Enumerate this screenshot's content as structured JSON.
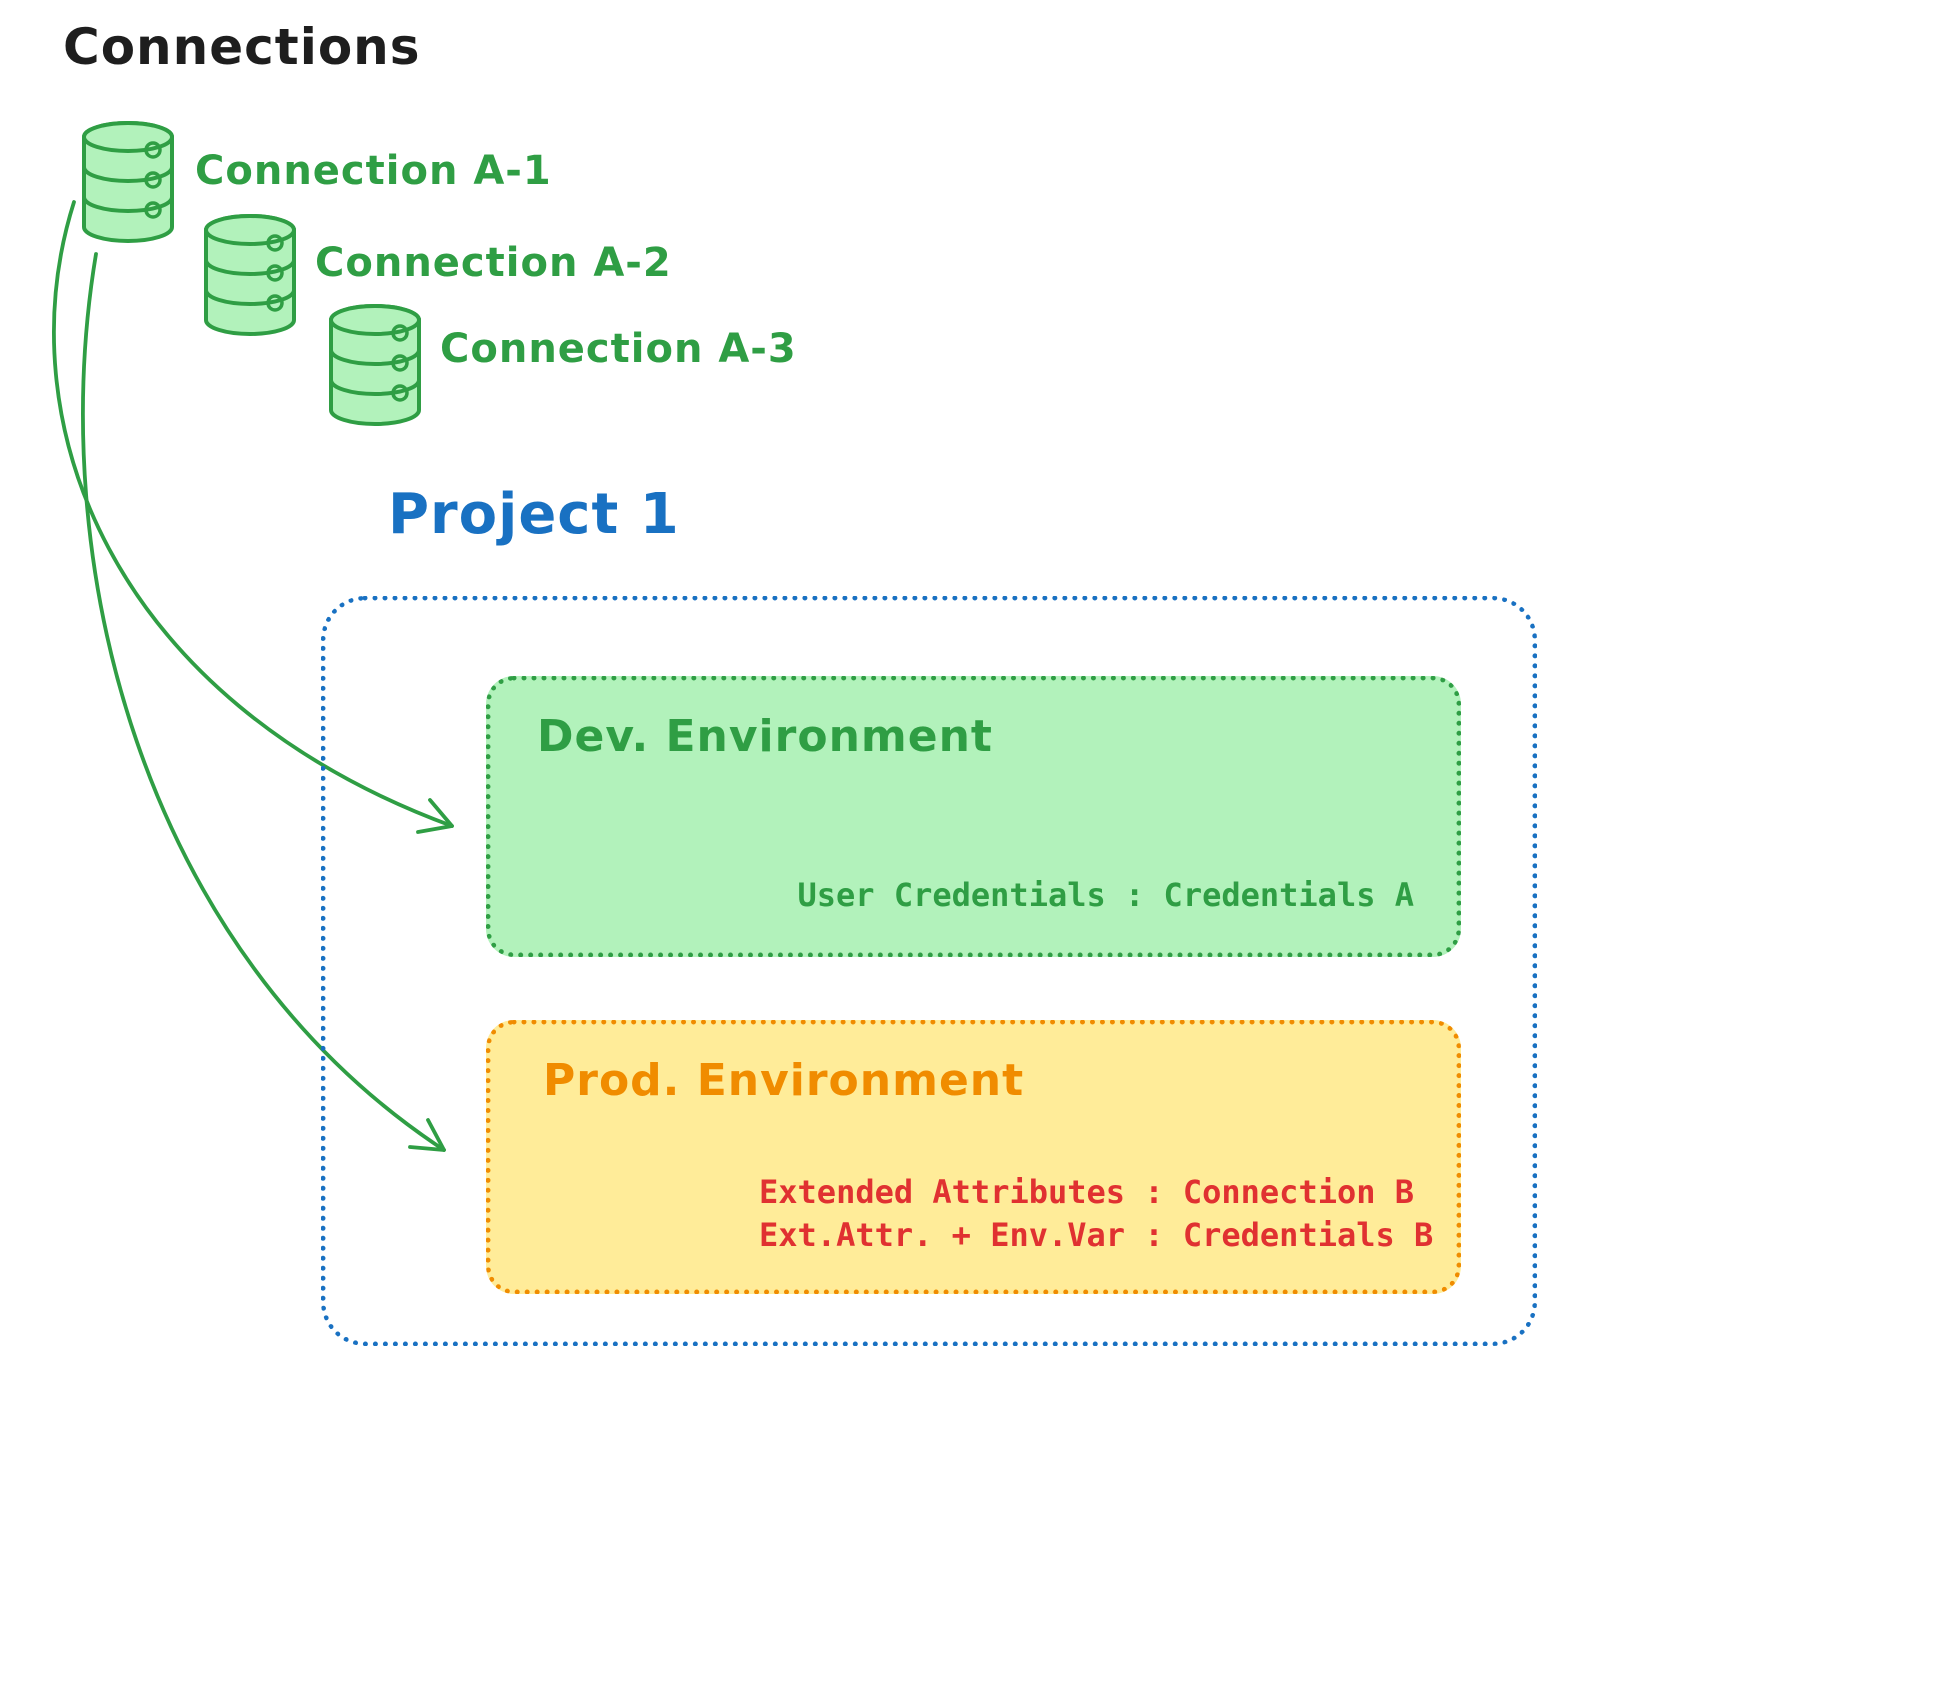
{
  "title": "Connections",
  "connections": [
    {
      "label": "Connection A-1"
    },
    {
      "label": "Connection A-2"
    },
    {
      "label": "Connection A-3"
    }
  ],
  "project": {
    "title": "Project 1",
    "dev_environment": {
      "title": "Dev. Environment",
      "credentials_line": "User Credentials : Credentials A"
    },
    "prod_environment": {
      "title": "Prod. Environment",
      "attributes_line1": "Extended Attributes : Connection B",
      "attributes_line2": "Ext.Attr. + Env.Var : Credentials B"
    }
  },
  "icons": {
    "database": "database-cylinder-icon",
    "arrow": "curved-arrow"
  },
  "colors": {
    "text": "#1e1e1e",
    "green": "#2f9e44",
    "green_fill": "#b2f2bb",
    "blue": "#1971c2",
    "orange": "#f08c00",
    "yellow_fill": "#ffec99",
    "red": "#e03131",
    "background": "#ffffff"
  }
}
